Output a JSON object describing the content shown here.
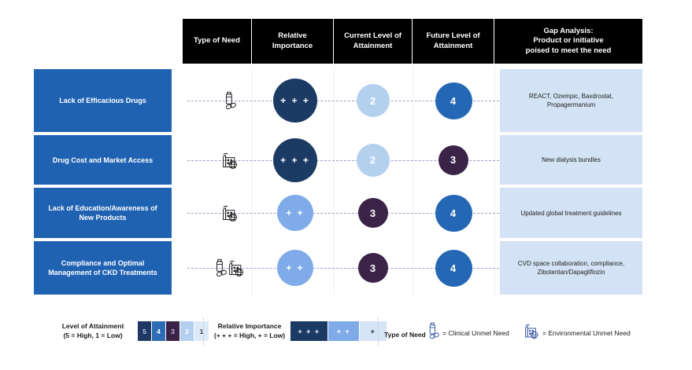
{
  "header": {
    "columns": [
      {
        "id": "type-of-need",
        "label": "Type of Need"
      },
      {
        "id": "relative-importance",
        "label": "Relative\nImportance"
      },
      {
        "id": "current-level",
        "label": "Current Level of\nAttainment"
      },
      {
        "id": "future-level",
        "label": "Future Level of\nAttainment"
      },
      {
        "id": "gap-analysis",
        "label": "Gap Analysis:\nProduct or initiative\npoised to meet the need"
      }
    ]
  },
  "rows": [
    {
      "need": "Lack of Efficacious Drugs",
      "type_icons": [
        "pill-bottle-icon"
      ],
      "relative_importance": "+ + +",
      "relative_importance_level": 3,
      "current_attainment": "2",
      "future_attainment": "4",
      "gap_analysis": "REACT, Ozempic, Baxdrostat, Propagermanium"
    },
    {
      "need": "Drug Cost and Market Access",
      "type_icons": [
        "factory-globe-icon"
      ],
      "relative_importance": "+ + +",
      "relative_importance_level": 3,
      "current_attainment": "2",
      "future_attainment": "3",
      "gap_analysis": "New dialysis bundles"
    },
    {
      "need": "Lack of Education/Awareness of New Products",
      "type_icons": [
        "factory-globe-icon"
      ],
      "relative_importance": "+ +",
      "relative_importance_level": 2,
      "current_attainment": "3",
      "future_attainment": "4",
      "gap_analysis": "Updated global treatment guidelines"
    },
    {
      "need": "Compliance  and Optimal Management of CKD Treatments",
      "type_icons": [
        "pill-bottle-icon",
        "factory-globe-icon"
      ],
      "relative_importance": "+ +",
      "relative_importance_level": 2,
      "current_attainment": "3",
      "future_attainment": "4",
      "gap_analysis": "CVD space collaboration, compliance, Zibotentan/Dapagliflozin"
    }
  ],
  "legend": {
    "attainment": {
      "title_line1": "Level of Attainment",
      "title_line2": "(5 = High, 1 = Low)",
      "swatches": [
        {
          "label": "5",
          "color": "#1F3864",
          "text_color": "#bcd2ee"
        },
        {
          "label": "4",
          "color": "#2E6CB5",
          "text_color": "#ffffff"
        },
        {
          "label": "3",
          "color": "#3B2348",
          "text_color": "#c9b8d4"
        },
        {
          "label": "2",
          "color": "#B4D0EF",
          "text_color": "#ffffff"
        },
        {
          "label": "1",
          "color": "#DCE9F7",
          "text_color": "#3b3b3b"
        }
      ]
    },
    "importance": {
      "title_line1": "Relative Importance",
      "title_line2": "(+ + + = High, + = Low)",
      "swatches": [
        {
          "label": "+ + +",
          "color": "#1B3A64",
          "text_color": "#ffffff",
          "width": 48
        },
        {
          "label": "+ +",
          "color": "#7FACE8",
          "text_color": "#ffffff",
          "width": 40
        },
        {
          "label": "+",
          "color": "#D6E4F7",
          "text_color": "#2b2b2b",
          "width": 34
        }
      ]
    },
    "type_of_need": {
      "title": "Type of Need",
      "items": [
        {
          "icon": "pill-bottle-icon",
          "label": "= Clinical Unmet Need"
        },
        {
          "icon": "factory-globe-icon",
          "label": "= Environmental Unmet Need"
        }
      ]
    }
  },
  "colors": {
    "need_label_bg": "#1F62B2",
    "gap_cell_bg": "#D3E2F5",
    "header_bg": "#000000",
    "importance_high": "#1B3A64",
    "importance_mid": "#7FACE8",
    "attain_1": "#DCE9F7",
    "attain_2": "#B4D0EF",
    "attain_3": "#3B2348",
    "attain_4": "#2467B5",
    "attain_5": "#1F3864",
    "connector_line": "#9aa3c4"
  }
}
